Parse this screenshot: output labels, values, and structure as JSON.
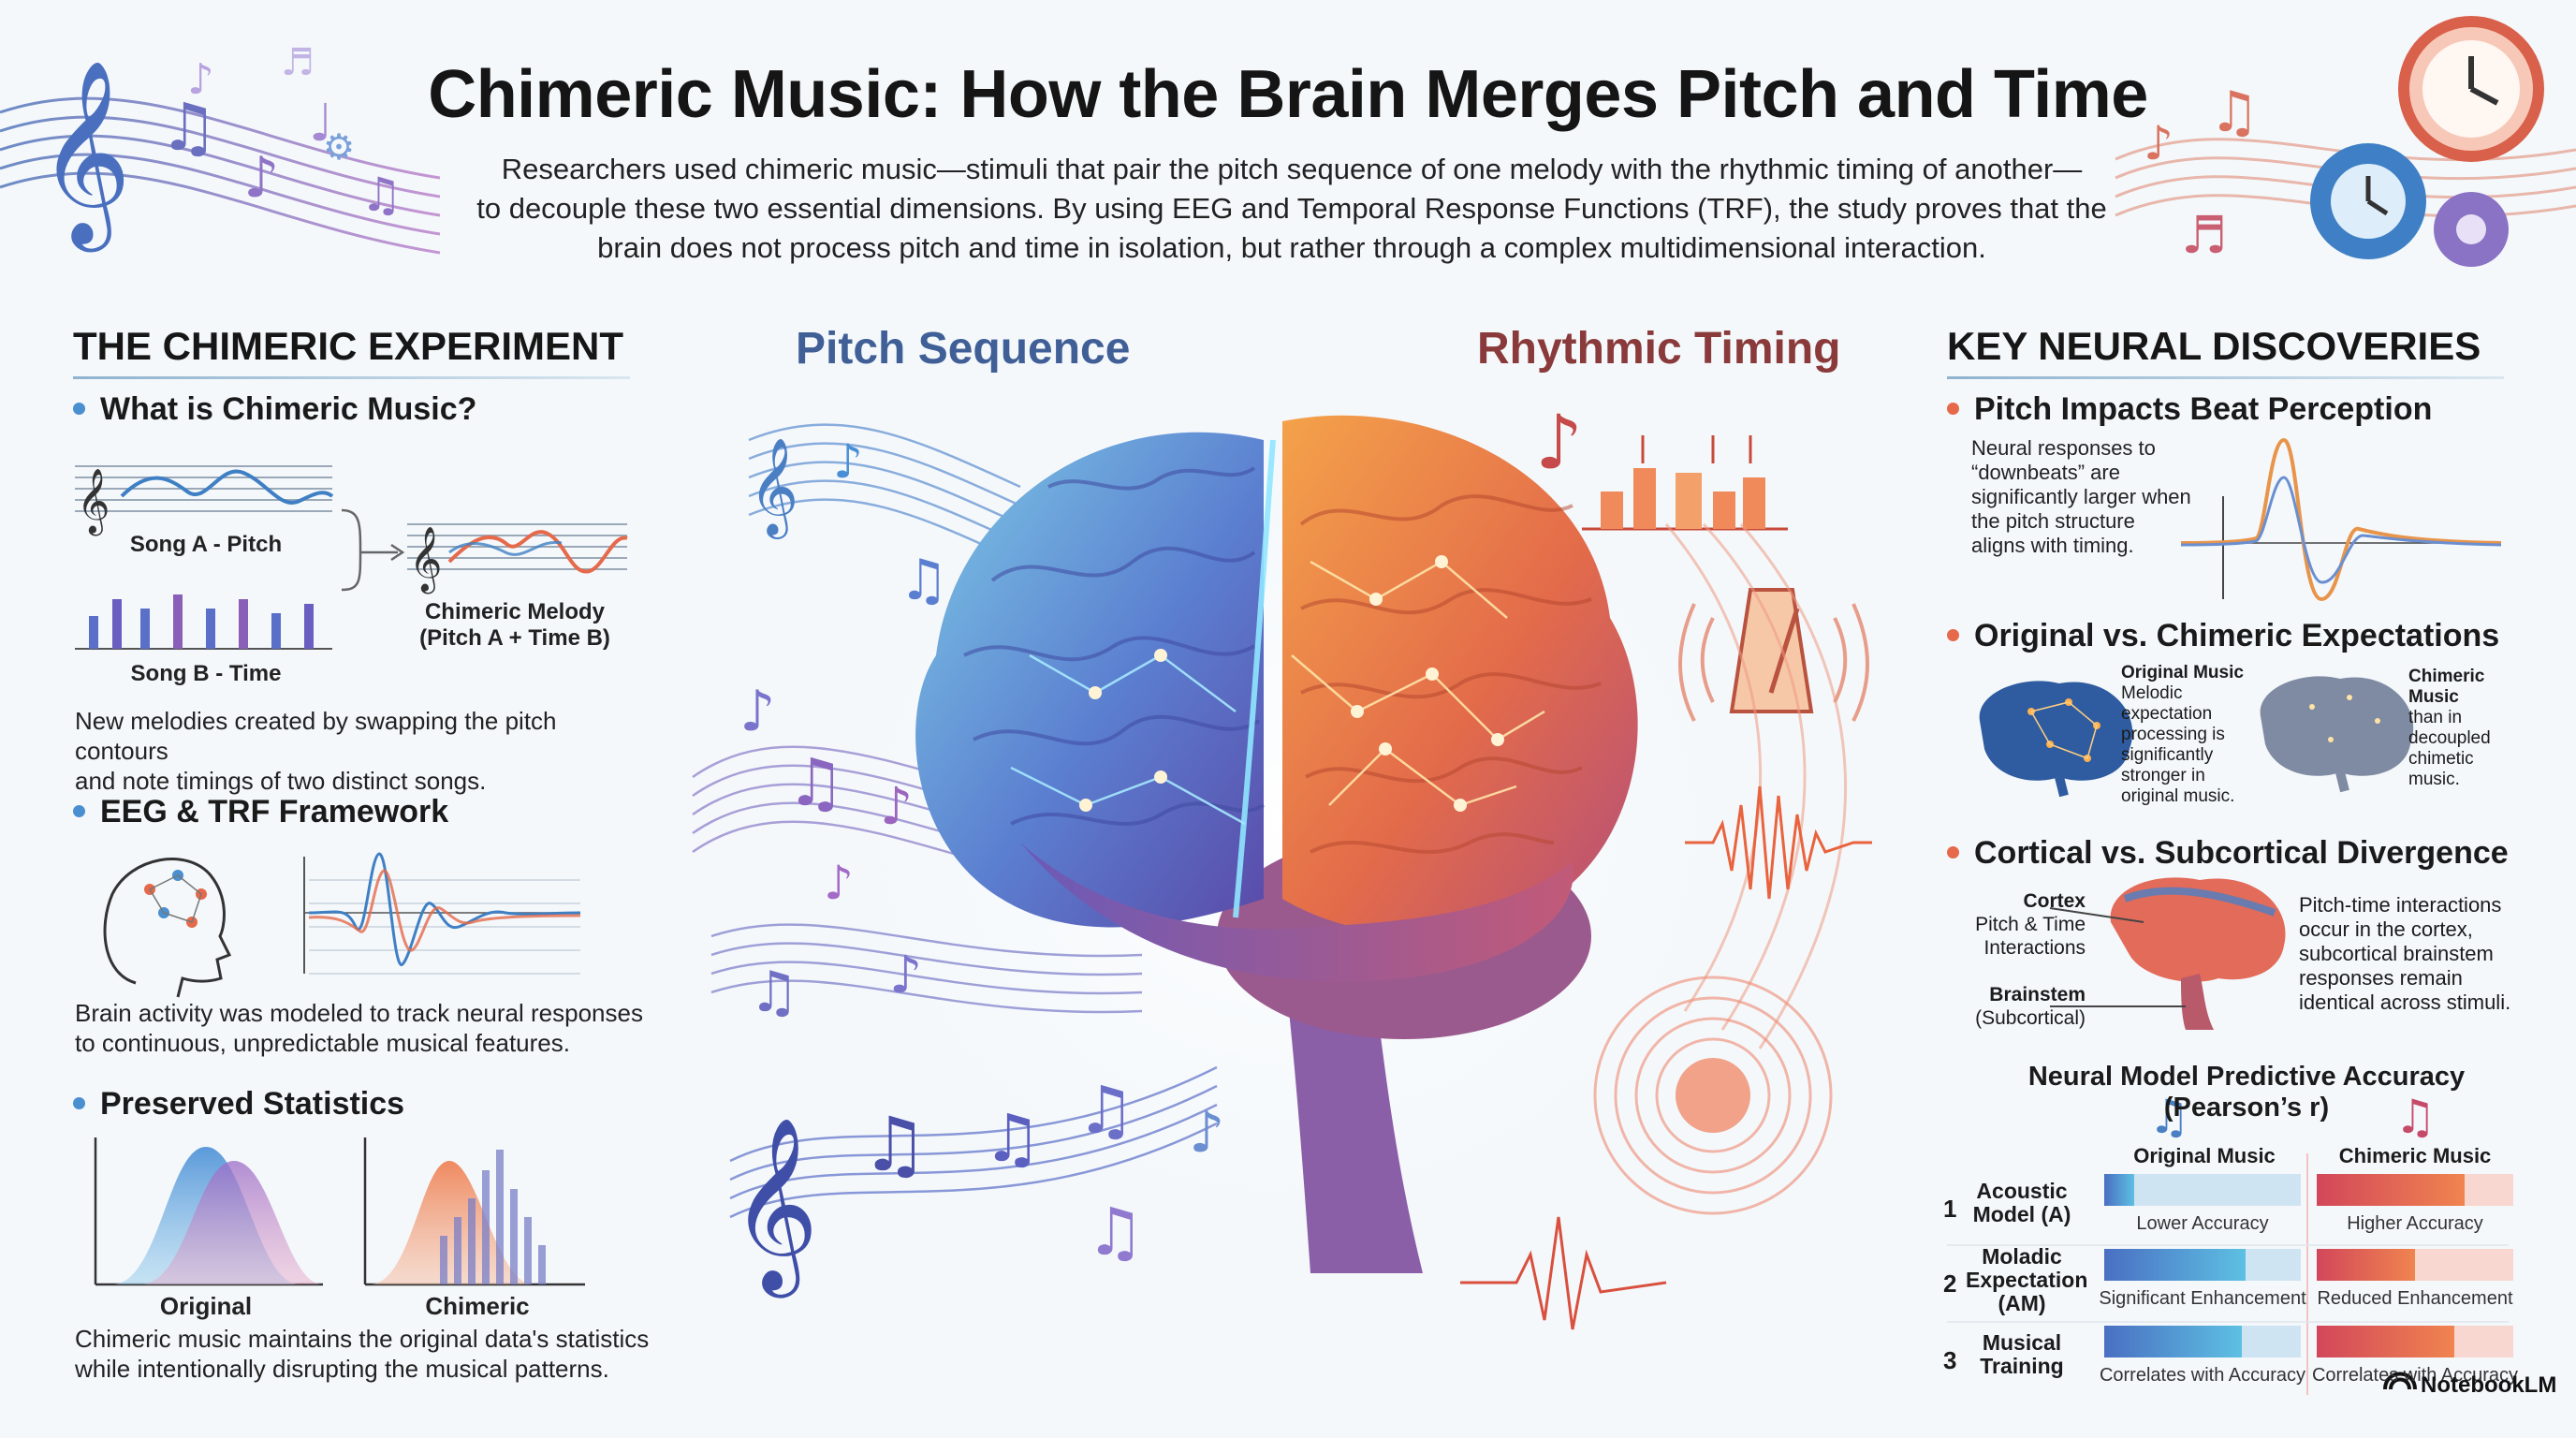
{
  "title": "Chimeric Music: How the Brain Merges Pitch and Time",
  "intro": [
    "Researchers used chimeric music—stimuli that pair the pitch sequence of one melody with the rhythmic timing of another—",
    "to decouple these two essential dimensions. By using EEG and Temporal Response Functions (TRF), the study proves that the",
    "brain does not process pitch and time in isolation, but rather through a complex multidimensional interaction."
  ],
  "left": {
    "heading": "THE CHIMERIC EXPERIMENT",
    "what": {
      "title": "What is Chimeric Music?",
      "song_a": "Song A - Pitch",
      "song_b": "Song B - Time",
      "chimeric_1": "Chimeric Melody",
      "chimeric_2": "(Pitch A + Time B)",
      "desc_1": "New melodies created by swapping the pitch contours",
      "desc_2": "and note timings of two distinct songs."
    },
    "eeg": {
      "title": "EEG & TRF Framework",
      "desc_1": "Brain activity was modeled to track neural responses",
      "desc_2": "to continuous, unpredictable musical features."
    },
    "stats": {
      "title": "Preserved Statistics",
      "original": "Original",
      "chimeric": "Chimeric",
      "desc_1": "Chimeric music maintains the original data's statistics",
      "desc_2": "while intentionally disrupting the musical patterns."
    }
  },
  "center": {
    "pitch_label": "Pitch Sequence",
    "rhythm_label": "Rhythmic Timing"
  },
  "right": {
    "heading": "KEY NEURAL DISCOVERIES",
    "beat": {
      "title": "Pitch Impacts Beat Perception",
      "lines": [
        "Neural responses to",
        "“downbeats” are",
        "significantly larger when",
        "the pitch structure",
        "aligns with timing."
      ]
    },
    "expect": {
      "title": "Original vs. Chimeric Expectations",
      "left_head": "Original Music",
      "left_lines": [
        "Melodic",
        "expectation",
        "processing is",
        "significantly",
        "stronger in",
        "original music."
      ],
      "right_head_1": "Chimeric",
      "right_head_2": "Music",
      "right_lines": [
        "than in",
        "decoupled",
        "chimetic",
        "music."
      ]
    },
    "cortical": {
      "title": "Cortical vs. Subcortical Divergence",
      "cortex": "Cortex",
      "cortex_sub_1": "Pitch & Time",
      "cortex_sub_2": "Interactions",
      "brainstem": "Brainstem",
      "brainstem_sub": "(Subcortical)",
      "desc": [
        "Pitch-time interactions",
        "occur in the cortex,",
        "subcortical brainstem",
        "responses remain",
        "identical across stimuli."
      ]
    },
    "accuracy": {
      "title": "Neural Model Predictive Accuracy (Pearson’s r)",
      "col_original": "Original Music",
      "col_chimeric": "Chimeric Music",
      "rows": [
        {
          "num": "1",
          "label_1": "Acoustic",
          "label_2": "Model (A)",
          "label_3": "",
          "orig_text": "Lower Accuracy",
          "orig_fill": 0.15,
          "chim_text": "Higher Accuracy",
          "chim_fill": 0.75
        },
        {
          "num": "2",
          "label_1": "Moladic",
          "label_2": "Expectation",
          "label_3": "(AM)",
          "orig_text": "Significant Enhancement",
          "orig_fill": 0.72,
          "chim_text": "Reduced Enhancement",
          "chim_fill": 0.5
        },
        {
          "num": "3",
          "label_1": "Musical",
          "label_2": "Training",
          "label_3": "",
          "orig_text": "Correlates with Accuracy",
          "orig_fill": 0.7,
          "chim_text": "Correlates with Accuracy",
          "chim_fill": 0.7
        }
      ]
    }
  },
  "brand": "NotebookLM",
  "colors": {
    "blue": "#4a7fc4",
    "orange": "#e5694a",
    "purple": "#8a5fb8",
    "teal": "#5fb6d6"
  }
}
